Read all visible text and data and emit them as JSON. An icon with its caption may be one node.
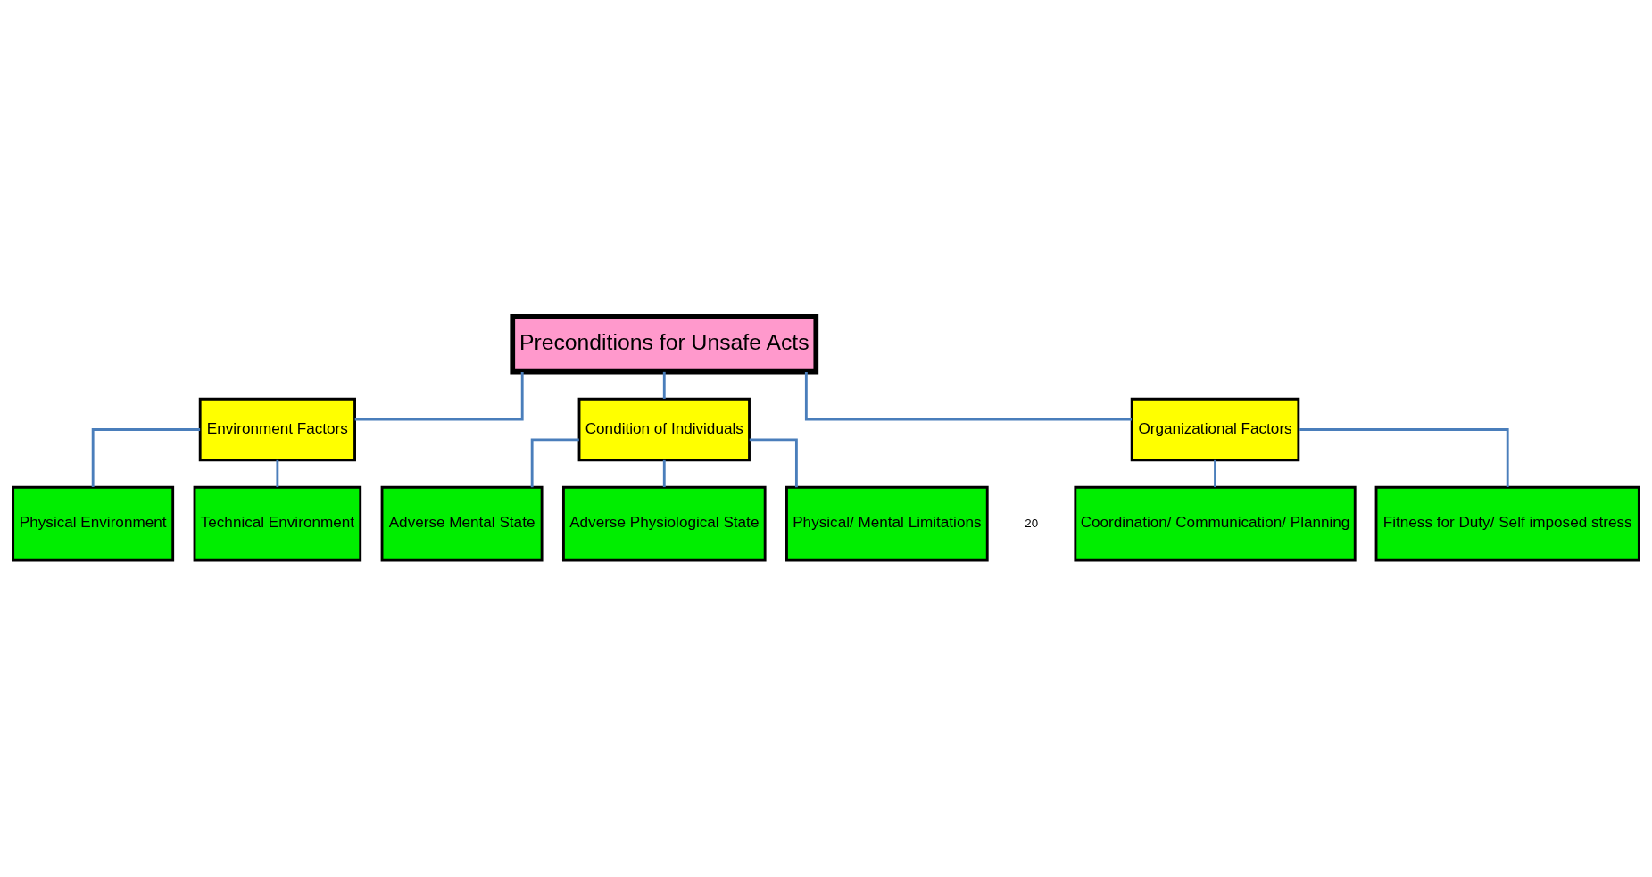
{
  "diagram": {
    "nodes": [
      {
        "text": [
          "Preconditions for Unsafe Acts"
        ]
      },
      {
        "text": [
          "Environment Factors"
        ]
      },
      {
        "text": [
          "Condition of Individuals"
        ]
      },
      {
        "text": [
          "Organizational Factors"
        ]
      },
      {
        "text": [
          "Physical Environment"
        ]
      },
      {
        "text": [
          "Technical Environment"
        ]
      },
      {
        "text": [
          "Coordination/ Communication/ Planning"
        ]
      },
      {
        "text": [
          "Fitness for Duty/ Self imposed stress"
        ]
      },
      {
        "text": [
          "Adverse Mental State"
        ]
      },
      {
        "text": [
          "Adverse Physiological State"
        ]
      },
      {
        "text": [
          "Physical/ Mental Limitations"
        ]
      }
    ],
    "edges": [
      {
        "from": 0,
        "to": 1,
        "arrow": "none"
      },
      {
        "from": 0,
        "to": 2,
        "arrow": "none"
      },
      {
        "from": 0,
        "to": 3,
        "arrow": "none"
      },
      {
        "from": 1,
        "to": 4,
        "arrow": "none"
      },
      {
        "from": 1,
        "to": 5,
        "arrow": "none"
      },
      {
        "from": 3,
        "to": 6,
        "arrow": "none"
      },
      {
        "from": 3,
        "to": 7,
        "arrow": "none"
      },
      {
        "from": 2,
        "to": 8,
        "arrow": "none"
      },
      {
        "from": 2,
        "to": 9,
        "arrow": "none"
      },
      {
        "from": 2,
        "to": 10,
        "arrow": "none"
      }
    ],
    "labels": [
      "20"
    ]
  }
}
